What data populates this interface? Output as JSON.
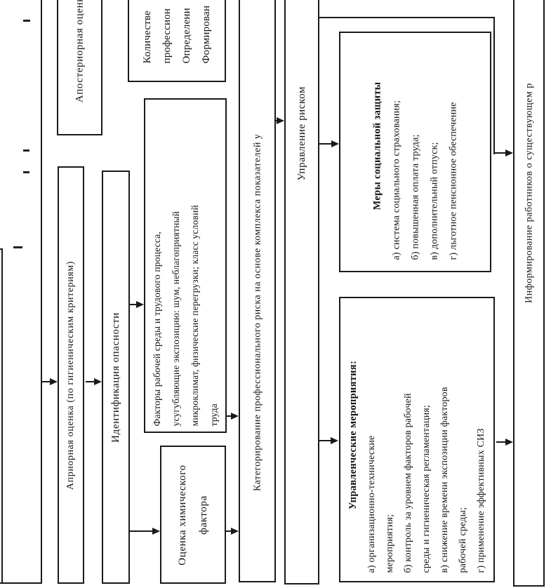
{
  "page": {
    "background": "#ffffff",
    "border_color": "#1a1a1a",
    "text_color": "#141414"
  },
  "boxes": {
    "aposteriornaya": {
      "label": "Апостериорная оценка"
    },
    "apriornaya": {
      "label": "Априорная оценка (по гигиеническим критериям)"
    },
    "identifikaciya": {
      "label": "Идентификация опасности"
    },
    "kolichestvennaya": {
      "lines": [
        "Количестве",
        "профессион",
        "Определени",
        "Формирован"
      ]
    },
    "faktory": {
      "lines": [
        "Факторы рабочей среды и трудового процесса,",
        "усугубляющие экспозицию: шум, неблагоприятный",
        "микроклимат, физические перегрузки; класс условий",
        "труда"
      ]
    },
    "ocenka_himicheskogo": {
      "lines": [
        "Оценка химического",
        "фактора"
      ]
    },
    "kategorirovanie": {
      "label": "Категорирование профессионального риска на основе комплекса показателей у"
    },
    "upravlenie_riskom": {
      "label": "Управление риском"
    },
    "mery_socialnoy_zashity": {
      "title": "Меры социальной защиты",
      "items": [
        "а) система социального страхования;",
        "б) повышенная оплата труда;",
        "в) дополнительный отпуск;",
        "г) льготное пенсионное обеспечение"
      ]
    },
    "upravlencheskie_meropriyatiya": {
      "title": "Управленческие мероприятия:",
      "items": [
        "а) организационно-технические",
        "мероприятия;",
        "б) контроль за уровнем факторов рабочей",
        "среды и гигиеническая регламентация;",
        "в) снижение времени экспозиции факторов",
        "рабочей среды;",
        "г) применение эффективных СИЗ"
      ]
    },
    "informirovanie": {
      "label": "Информирование работников о существующем р"
    }
  }
}
